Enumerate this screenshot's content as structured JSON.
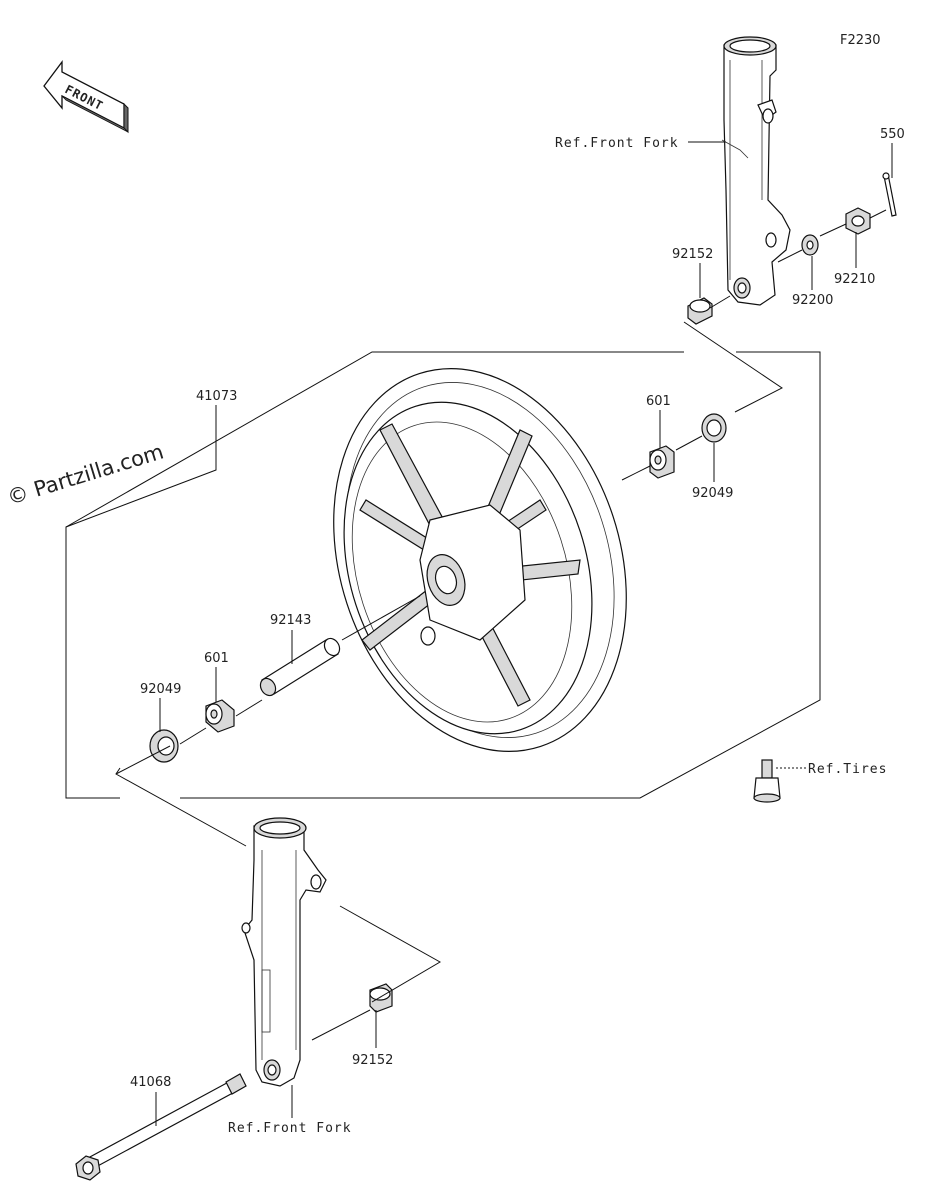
{
  "figure_code": "F2230",
  "front_arrow": "FRONT",
  "watermark": "© Partzilla.com",
  "labels": {
    "ref_front_fork_top": "Ref.Front Fork",
    "ref_front_fork_bottom": "Ref.Front Fork",
    "ref_tires": "Ref.Tires",
    "p550": "550",
    "p92210": "92210",
    "p92200": "92200",
    "p92152_top": "92152",
    "p41073": "41073",
    "p601_top": "601",
    "p92049_top": "92049",
    "p92143": "92143",
    "p601_left": "601",
    "p92049_left": "92049",
    "p92152_bottom": "92152",
    "p41068": "41068"
  }
}
